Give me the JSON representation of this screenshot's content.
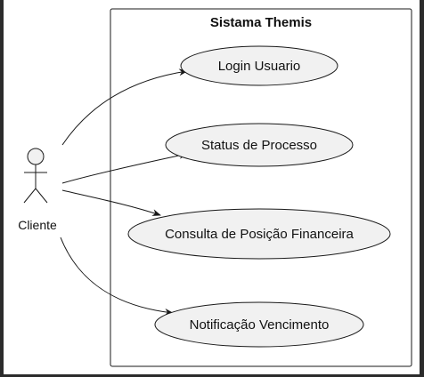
{
  "diagram": {
    "system_title": "Sistama Themis",
    "actor": {
      "label": "Cliente"
    },
    "use_cases": [
      {
        "id": "login",
        "label": "Login Usuario"
      },
      {
        "id": "status",
        "label": "Status de Processo"
      },
      {
        "id": "financeira",
        "label": "Consulta de Posição Financeira"
      },
      {
        "id": "notificacao",
        "label": "Notificação Vencimento"
      }
    ]
  },
  "colors": {
    "background": "#2b2b2b",
    "canvas": "#ffffff",
    "use_case_fill": "#f1f1f1",
    "stroke": "#181818"
  }
}
